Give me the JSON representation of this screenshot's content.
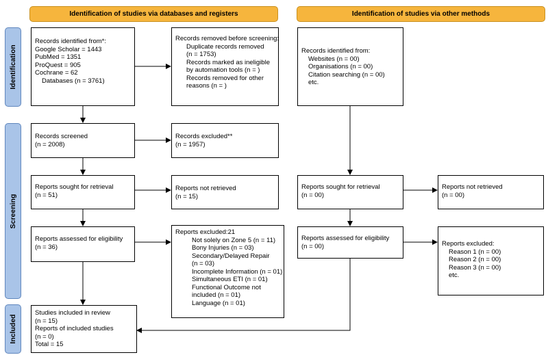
{
  "headers": {
    "databases": "Identification of studies via databases and registers",
    "other": "Identification of studies via other methods"
  },
  "stages": {
    "identification": "Identification",
    "screening": "Screening",
    "included": "Included"
  },
  "records_identified": {
    "title": "Records identified from*:",
    "lines": [
      "Google Scholar = 1443",
      "PubMed = 1351",
      "ProQuest = 905",
      "Cochrane = 62",
      "Databases (n = 3761)"
    ]
  },
  "records_removed": {
    "title": "Records removed before screening:",
    "lines": [
      "Duplicate records removed",
      "(n = 1753)",
      "Records marked as ineligible",
      "by automation tools (n = )",
      "Records removed for other",
      "reasons (n = )"
    ]
  },
  "other_identified": {
    "title": "Records identified from:",
    "lines": [
      "Websites (n = 00)",
      "Organisations (n = 00)",
      "Citation searching (n = 00)",
      "etc."
    ]
  },
  "screened": {
    "title": "Records screened",
    "count": "(n = 2008)"
  },
  "excluded": {
    "title": "Records excluded**",
    "count": "(n = 1957)"
  },
  "sought": {
    "title": "Reports sought for retrieval",
    "count": "(n = 51)"
  },
  "not_retrieved": {
    "title": "Reports not retrieved",
    "count": "(n = 15)"
  },
  "assessed": {
    "title": "Reports assessed for eligibility",
    "count": "(n = 36)"
  },
  "reports_excluded": {
    "title": "Reports excluded:21",
    "lines": [
      "Not solely on Zone 5 (n = 11)",
      "Bony Injuries (n = 03)",
      "Secondary/Delayed Repair",
      "(n = 03)",
      "Incomplete Information (n = 01)",
      "Simultaneous ETI (n = 01)",
      "Functional Outcome not",
      "included (n = 01)",
      "Language (n = 01)"
    ]
  },
  "other_sought": {
    "title": "Reports sought for retrieval",
    "count": "(n = 00)"
  },
  "other_not_retrieved": {
    "title": "Reports not retrieved",
    "count": "(n = 00)"
  },
  "other_assessed": {
    "title": "Reports assessed for eligibility",
    "count": "(n = 00)"
  },
  "other_excluded": {
    "title": "Reports excluded:",
    "lines": [
      "Reason 1 (n = 00)",
      "Reason 2 (n = 00)",
      "Reason 3 (n = 00)",
      "etc."
    ]
  },
  "included_box": {
    "lines": [
      "Studies included in review",
      "(n = 15)",
      "Reports of included studies",
      "(n = 0)",
      "Total = 15"
    ]
  }
}
